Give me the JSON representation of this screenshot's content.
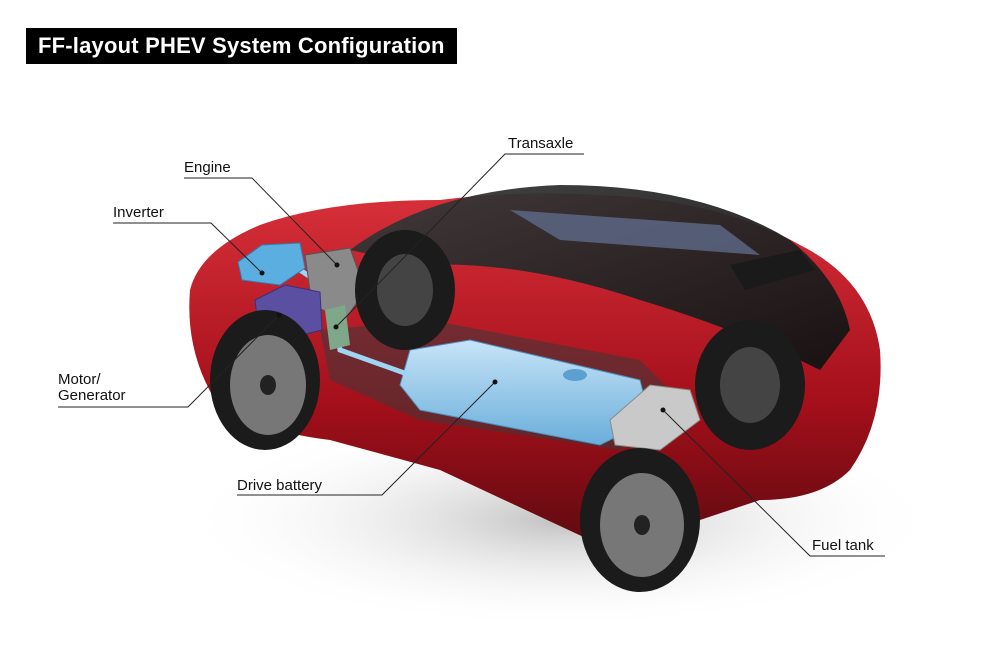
{
  "title": "FF-layout PHEV System Configuration",
  "labels": {
    "transaxle": "Transaxle",
    "engine": "Engine",
    "inverter": "Inverter",
    "motor_line1": "Motor/",
    "motor_line2": "Generator",
    "drive_battery": "Drive battery",
    "fuel_tank": "Fuel tank"
  },
  "colors": {
    "body": "#b3121e",
    "battery": "#8fc6ea",
    "inverter": "#5aaee0",
    "motor": "#5a4fa0",
    "title_bg": "#000000"
  }
}
